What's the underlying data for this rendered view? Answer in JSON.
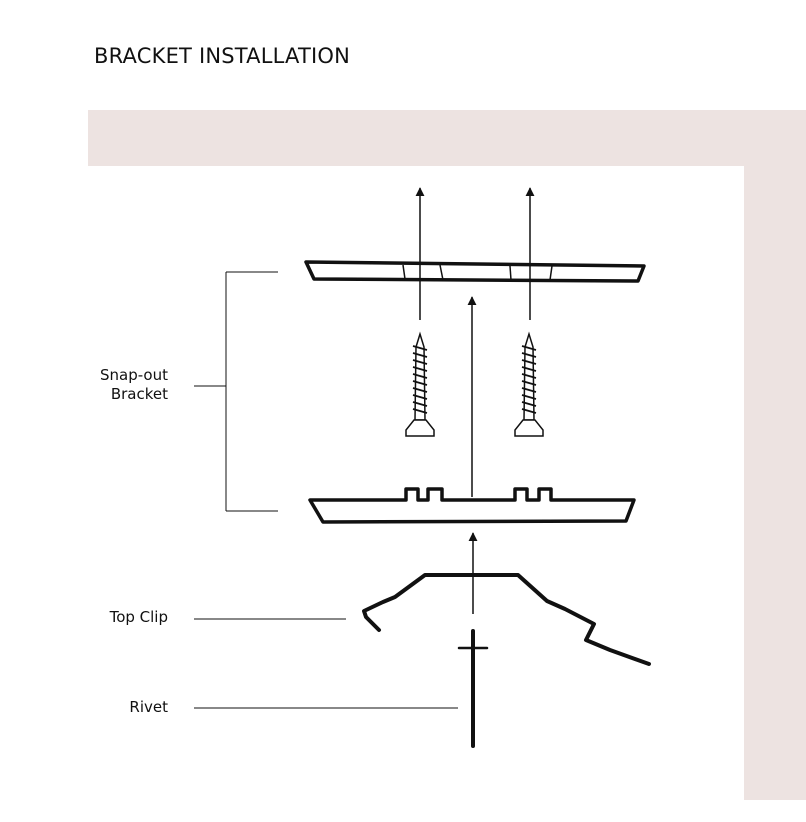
{
  "title": "BRACKET INSTALLATION",
  "labels": {
    "bracket_line1": "Snap-out",
    "bracket_line2": "Bracket",
    "top_clip": "Top Clip",
    "rivet": "Rivet"
  },
  "colors": {
    "wall": "#ede3e1",
    "stroke": "#111111",
    "background": "#ffffff"
  }
}
